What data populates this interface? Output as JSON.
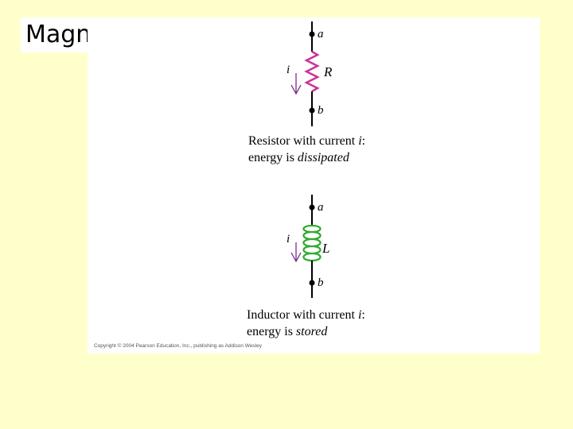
{
  "title": "Magnetic Energy",
  "colors": {
    "background": "#ffffcc",
    "panel": "#ffffff",
    "resistor": "#cc3399",
    "inductor": "#33aa33",
    "current_arrow": "#7a2d8a",
    "wire": "#000000"
  },
  "resistor_circuit": {
    "top_node": "a",
    "bottom_node": "b",
    "component_label": "R",
    "current_label": "i",
    "caption_line1_prefix": "Resistor with current ",
    "caption_line1_var": "i",
    "caption_line1_suffix": ":",
    "caption_line2_prefix": "energy is ",
    "caption_line2_emph": "dissipated"
  },
  "inductor_circuit": {
    "top_node": "a",
    "bottom_node": "b",
    "component_label": "L",
    "current_label": "i",
    "caption_line1_prefix": "Inductor with current ",
    "caption_line1_var": "i",
    "caption_line1_suffix": ":",
    "caption_line2_prefix": "energy is ",
    "caption_line2_emph": "stored"
  },
  "copyright": "Copyright © 2004 Pearson Education, Inc., publishing as Addison Wesley"
}
